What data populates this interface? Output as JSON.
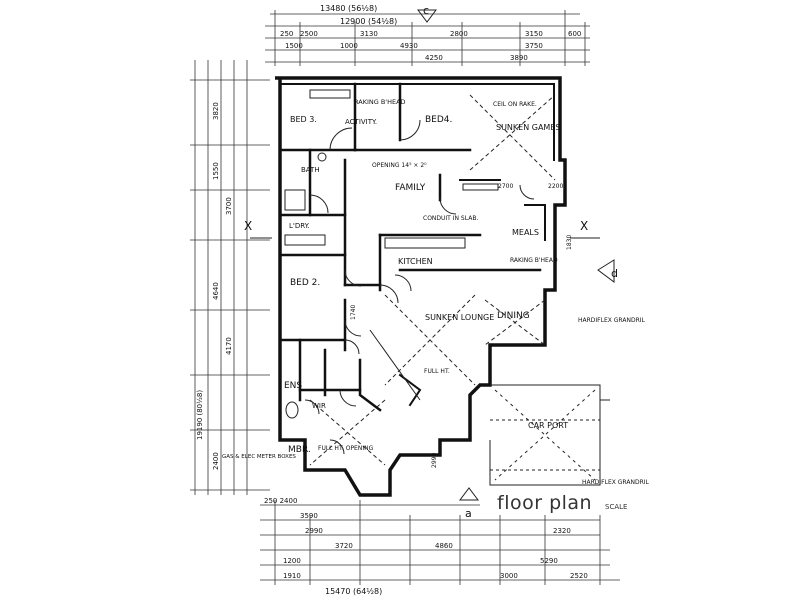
{
  "title": "floor plan",
  "scale_label": "SCALE",
  "section_markers": {
    "top": "c",
    "right": "d",
    "bottom": "a",
    "left_x": "X",
    "right_x": "X"
  },
  "rooms": {
    "bed3": "BED 3.",
    "activity": "ACTIVITY.",
    "raking": "RAKING B'HEAD",
    "bed4": "BED4.",
    "games": "SUNKEN GAMES",
    "ceil_rake": "CEIL ON RAKE.",
    "bath": "BATH",
    "family": "FAMILY",
    "ldry": "L'DRY.",
    "kitchen": "KITCHEN",
    "meals": "MEALS",
    "raking2": "RAKING B'HEAD",
    "bed2": "BED 2.",
    "lounge": "SUNKEN LOUNGE",
    "dining": "DINING",
    "ens": "ENS",
    "wir": "WIR",
    "mbr": "MBR.",
    "carport": "CAR PORT",
    "hardiflex": "HARDIFLEX GRANDRIL",
    "hardiflex2": "HARDIFLEX GRANDRIL",
    "full_ht_opening": "FULL HT. OPENING",
    "conduit": "CONDUIT IN SLAB.",
    "full_ht": "FULL HT.",
    "opening": "OPENING 14⁵ × 2⁰",
    "gas_elec": "GAS & ELEC METER BOXES"
  },
  "dims_top": {
    "overall": "13480 (56½8)",
    "row2": "12900 (54½8)",
    "d1": "250",
    "d2": "2500",
    "d3": "3130",
    "d4": "2800",
    "d5": "3150",
    "d6": "600",
    "d7": "1500",
    "d8": "1000",
    "d9": "4930",
    "d10": "3750",
    "d11": "4250",
    "d12": "3890"
  },
  "dims_bottom": {
    "d1": "250 2400",
    "d2": "3590",
    "d3": "2990",
    "d4": "3720",
    "d5": "4860",
    "d6": "2320",
    "d7": "1200",
    "d8": "5290",
    "d9": "3000",
    "d10": "2520",
    "overall": "15470 (64½8)",
    "d11": "1910"
  },
  "dims_left": {
    "overall": "19190 (80½8)",
    "d1": "3820",
    "d2": "1550",
    "d3": "3700",
    "d4": "4640",
    "d5": "4170",
    "d6": "2400"
  },
  "dims_misc": {
    "m1": "2990",
    "m2": "2700",
    "m3": "1830",
    "m4": "1740",
    "m5": "2200"
  }
}
